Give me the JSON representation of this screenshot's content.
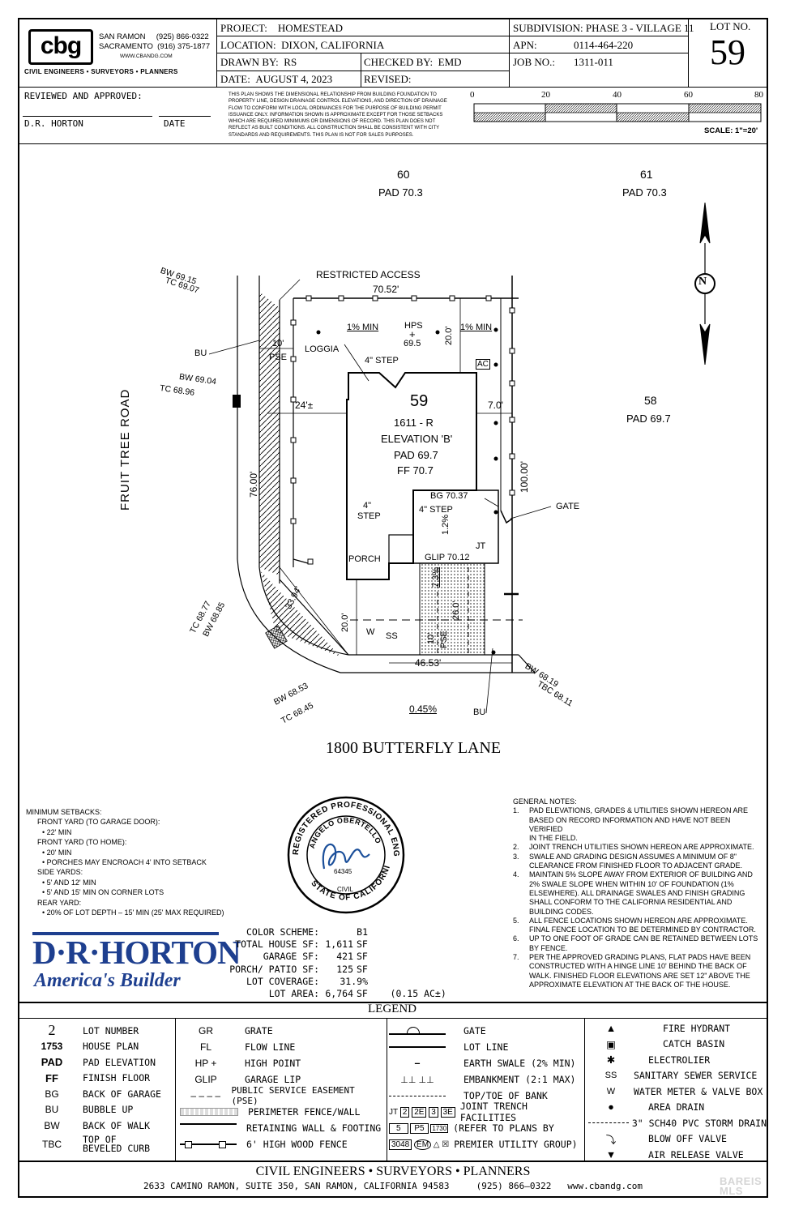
{
  "title_block": {
    "firm_logo": "cbg",
    "firm_offices": [
      {
        "city": "SAN RAMON",
        "phone": "(925) 866-0322"
      },
      {
        "city": "SACRAMENTO",
        "phone": "(916) 375-1877"
      }
    ],
    "firm_web": "WWW.CBANDG.COM",
    "firm_tagline": "CIVIL ENGINEERS  •  SURVEYORS  •  PLANNERS",
    "project_label": "PROJECT:",
    "project": "HOMESTEAD",
    "location_label": "LOCATION:",
    "location": "DIXON, CALIFORNIA",
    "drawn_label": "DRAWN BY:",
    "drawn": "RS",
    "checked_label": "CHECKED BY:",
    "checked": "EMD",
    "date_label": "DATE:",
    "date": "AUGUST 4, 2023",
    "revised_label": "REVISED:",
    "revised": "",
    "subdivision_label": "SUBDIVISION:",
    "subdivision": "PHASE 3 - VILLAGE 11",
    "apn_label": "APN:",
    "apn": "0114-464-220",
    "job_label": "JOB NO.:",
    "job": "1311-011",
    "lot_label": "LOT NO.",
    "lot": "59"
  },
  "review": {
    "reviewed": "REVIEWED AND APPROVED:",
    "owner": "D.R. HORTON",
    "date": "DATE"
  },
  "disclaimer": [
    "THIS PLAN SHOWS THE DIMENSIONAL RELATIONSHIP FROM BUILDING FOUNDATION TO",
    "PROPERTY LINE, DESIGN DRAINAGE CONTROL ELEVATIONS, AND DIRECTION OF DRAINAGE",
    "FLOW TO CONFORM WITH LOCAL ORDINANCES FOR THE PURPOSE OF BUILDING PERMIT",
    "ISSUANCE ONLY. INFORMATION SHOWN IS APPROXIMATE EXCEPT FOR THOSE SETBACKS",
    "WHICH ARE REQUIRED MINIMUMS OR DIMENSIONS OF RECORD. THIS PLAN DOES NOT",
    "REFLECT AS BUILT CONDITIONS. ALL CONSTRUCTION SHALL BE CONSISTENT WITH CITY",
    "STANDARDS AND REQUIREMENTS. THIS PLAN IS NOT FOR SALES PURPOSES."
  ],
  "scale_bar": {
    "ticks": [
      "0",
      "20",
      "40",
      "60",
      "80"
    ],
    "label": "SCALE:  1\"=20'"
  },
  "north": "N",
  "plan": {
    "lot_number": "59",
    "house_plan": "1611 - R",
    "elevation": "ELEVATION 'B'",
    "pad": "PAD 69.7",
    "ff": "FF 70.7",
    "neighbors": [
      {
        "lot": "60",
        "pad": "PAD 70.3"
      },
      {
        "lot": "61",
        "pad": "PAD 70.3"
      },
      {
        "lot": "58",
        "pad": "PAD 69.7"
      }
    ],
    "street_name": "1800 BUTTERFLY LANE",
    "side_street": "FRUIT TREE ROAD",
    "labels": {
      "restricted_access": "RESTRICTED ACCESS",
      "rear_width": "70.52'",
      "pct_min_left": "1% MIN",
      "pct_min_right": "1% MIN",
      "hps": "HPS",
      "hps_plus": "+",
      "hps_val": "69.5",
      "rear_setback": "20.0'",
      "ac": "AC",
      "loggia": "LOGGIA",
      "step_rear": "4\" STEP",
      "pse10": "10'",
      "pse": "PSE",
      "bu_top": "BU",
      "side24": "24'±",
      "side7": "7.0'",
      "depth100": "100.00'",
      "depth76": "76.00'",
      "bg": "BG 70.37",
      "step4_top": "4\"",
      "step4_bot": "STEP",
      "step_garage": "4\" STEP",
      "gate": "GATE",
      "slope12": "1.2%",
      "jt": "JT",
      "porch": "PORCH",
      "glip": "GLIP 70.12",
      "slope73": "7.3%",
      "driveway26": "26.0'",
      "front20": "20.0'",
      "chord": "33.94'",
      "front10": "10'",
      "pse_front": "PSE",
      "w": "W",
      "ss": "SS",
      "front_width": "46.53'",
      "slope045": "0.45%",
      "bu_bot": "BU",
      "bw_top1": "BW 69.15",
      "tc_top1": "TC 69.07",
      "bw_top2": "BW 69.04",
      "tc_top2": "TC 68.96",
      "tc_corner": "TC 68.77",
      "bw_corner": "BW 68.85",
      "bw_front_l": "BW 68.53",
      "tc_front_l": "TC 68.45",
      "bw_front_r": "BW 68.19",
      "tbc_front_r": "TBC 68.11"
    }
  },
  "setbacks": [
    "MINIMUM SETBACKS:",
    "FRONT YARD (TO GARAGE DOOR):",
    "•  22' MIN",
    "FRONT YARD (TO HOME):",
    "•  20' MIN",
    "•  PORCHES MAY ENCROACH 4' INTO SETBACK",
    "SIDE YARDS:",
    "•  5' AND 12' MIN",
    "•  5' AND 15' MIN ON CORNER LOTS",
    "REAR YARD:",
    "•  20% OF LOT DEPTH – 15' MIN (25' MAX REQUIRED)"
  ],
  "stamp": {
    "outer_top": "REGISTERED PROFESSIONAL ENGINEER",
    "outer_bottom": "STATE OF CALIFORNIA",
    "name": "ANGELO OBERTELLO",
    "number": "64345",
    "discipline": "CIVIL"
  },
  "builder": {
    "name": "D·R·HORTON",
    "tagline": "America's Builder"
  },
  "summary": [
    {
      "label": "COLOR SCHEME:",
      "value": "B1",
      "unit": ""
    },
    {
      "label": "TOTAL HOUSE SF:",
      "value": "1,611",
      "unit": "SF"
    },
    {
      "label": "GARAGE SF:",
      "value": "421",
      "unit": "SF"
    },
    {
      "label": "PORCH/ PATIO SF:",
      "value": "125",
      "unit": "SF"
    },
    {
      "label": "LOT COVERAGE:",
      "value": "31.9%",
      "unit": ""
    },
    {
      "label": "LOT AREA:",
      "value": "6,764",
      "unit": "SF    (0.15 AC±)"
    }
  ],
  "general_notes_title": "GENERAL NOTES:",
  "general_notes": [
    [
      "1.",
      "PAD ELEVATIONS, GRADES & UTILITIES SHOWN HEREON ARE",
      "BASED ON RECORD INFORMATION AND HAVE NOT BEEN VERIFIED",
      "IN THE FIELD."
    ],
    [
      "2.",
      "JOINT TRENCH UTILITIES SHOWN HEREON ARE APPROXIMATE."
    ],
    [
      "3.",
      "SWALE AND GRADING DESIGN ASSUMES A MINIMUM OF 8\"",
      "CLEARANCE FROM FINISHED FLOOR TO ADJACENT GRADE."
    ],
    [
      "4.",
      "MAINTAIN 5% SLOPE AWAY FROM EXTERIOR OF BUILDING AND",
      "2% SWALE SLOPE WHEN WITHIN 10' OF FOUNDATION (1%",
      "ELSEWHERE). ALL DRAINAGE SWALES AND FINISH GRADING",
      "SHALL CONFORM TO THE CALIFORNIA RESIDENTIAL AND",
      "BUILDING CODES."
    ],
    [
      "5.",
      "ALL FENCE LOCATIONS SHOWN HEREON ARE APPROXIMATE.",
      "FINAL FENCE LOCATION TO BE DETERMINED BY CONTRACTOR."
    ],
    [
      "6.",
      "UP TO ONE FOOT OF GRADE CAN BE RETAINED BETWEEN LOTS",
      "BY FENCE."
    ],
    [
      "7.",
      "PER THE APPROVED GRADING PLANS, FLAT PADS HAVE BEEN",
      "CONSTRUCTED WITH A HINGE LINE 10' BEHIND THE BACK OF",
      "WALK. FINISHED FLOOR ELEVATIONS ARE SET 12\" ABOVE THE",
      "APPROXIMATE ELEVATION AT THE BACK OF THE HOUSE."
    ]
  ],
  "legend": {
    "title": "LEGEND",
    "col1": [
      {
        "sym": "2",
        "text": "LOT   NUMBER"
      },
      {
        "sym": "1753",
        "text": "HOUSE  PLAN"
      },
      {
        "sym": "PAD",
        "text": "PAD  ELEVATION"
      },
      {
        "sym": "FF",
        "text": "FINISH   FLOOR"
      },
      {
        "sym": "BG",
        "text": "BACK  OF  GARAGE"
      },
      {
        "sym": "BU",
        "text": "BUBBLE  UP"
      },
      {
        "sym": "BW",
        "text": "BACK  OF  WALK"
      },
      {
        "sym": "TBC",
        "text": "TOP  OF",
        "text2": "BEVELED CURB"
      }
    ],
    "col2": [
      {
        "sym": "GR",
        "text": "GRATE"
      },
      {
        "sym": "FL",
        "text": "FLOW  LINE"
      },
      {
        "sym": "HP +",
        "text": "HIGH   POINT"
      },
      {
        "sym": "GLIP",
        "text": "GARAGE LIP"
      },
      {
        "sym": "– – – –",
        "text": "PUBLIC SERVICE EASEMENT (PSE)"
      },
      {
        "sym": "",
        "text": "PERIMETER FENCE/WALL"
      },
      {
        "sym": "",
        "text": "RETAINING WALL & FOOTING"
      },
      {
        "sym": "",
        "text": "6' HIGH WOOD FENCE"
      }
    ],
    "col3": [
      {
        "text": "GATE"
      },
      {
        "text": "LOT   LINE"
      },
      {
        "text": "EARTH  SWALE (2% MIN)"
      },
      {
        "text": "EMBANKMENT  (2:1 MAX)"
      },
      {
        "text": "TOP/TOE OF BANK"
      },
      {
        "text": "JOINT TRENCH FACILITIES"
      },
      {
        "text": "(REFER TO PLANS BY"
      },
      {
        "text": "PREMIER UTILITY GROUP)"
      }
    ],
    "col3_symbols": [
      "JT",
      "2",
      "2E",
      "3",
      "3E",
      "5",
      "P5",
      "1730",
      "3048",
      "EM"
    ],
    "col4": [
      {
        "sym": "",
        "text": "FIRE HYDRANT"
      },
      {
        "sym": "",
        "text": "CATCH BASIN"
      },
      {
        "sym": "",
        "text": "ELECTROLIER"
      },
      {
        "sym": "SS",
        "text": "SANITARY SEWER SERVICE"
      },
      {
        "sym": "W",
        "text": "WATER METER & VALVE BOX"
      },
      {
        "sym": "",
        "text": "AREA DRAIN"
      },
      {
        "sym": "",
        "text": "3\" SCH40 PVC STORM DRAIN"
      },
      {
        "sym": "",
        "text": "BLOW OFF VALVE"
      },
      {
        "sym": "",
        "text": "AIR RELEASE VALVE"
      }
    ]
  },
  "footer": {
    "line1": "CIVIL ENGINEERS   •   SURVEYORS   •   PLANNERS",
    "line2": "2633 CAMINO RAMON, SUITE 350, SAN RAMON, CALIFORNIA 94583     (925) 866–0322   www.cbandg.com"
  },
  "watermark": "BAREIS MLS"
}
